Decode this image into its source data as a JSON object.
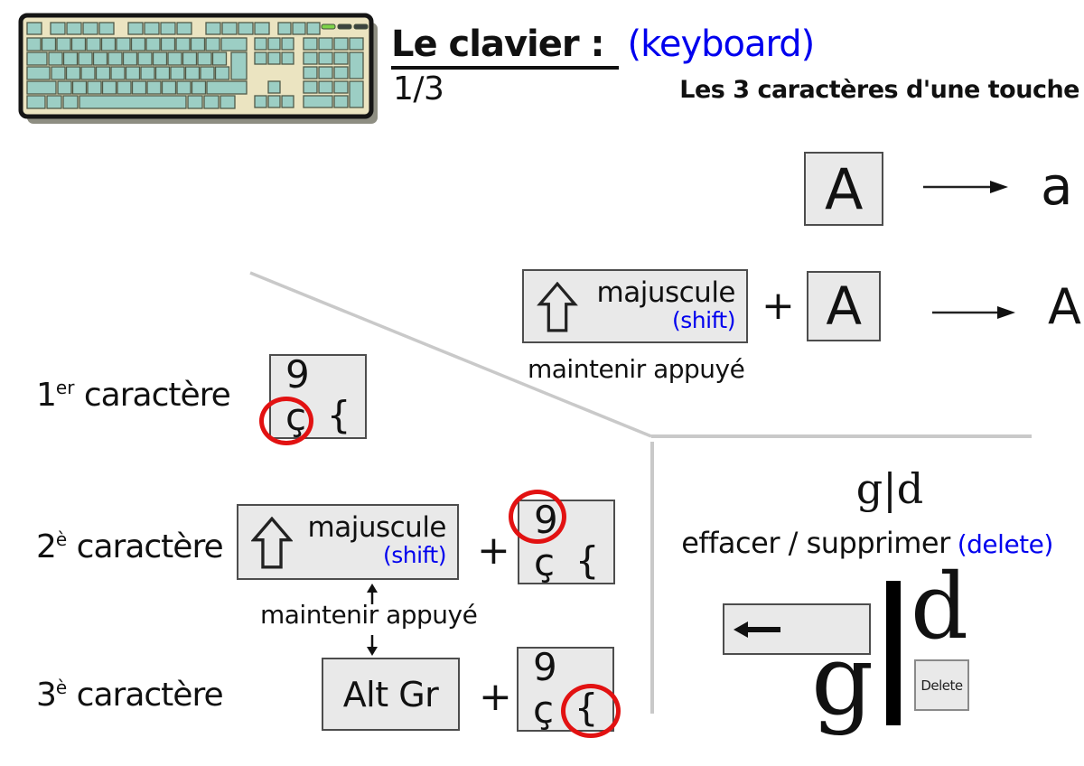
{
  "header": {
    "title": "Le clavier :",
    "title_annotation": "(keyboard)",
    "page_number": "1/3",
    "subtitle": "Les 3 caractères d'une touche"
  },
  "top_demo": {
    "key_label": "A",
    "result": "a"
  },
  "shift_demo": {
    "modifier_label": "majuscule",
    "modifier_annotation": "(shift)",
    "plus": "+",
    "key_label": "A",
    "result": "A",
    "hold_note": "maintenir appuyé"
  },
  "rows": {
    "first": {
      "ordinal": "1",
      "ordinal_suffix": "er",
      "label": "caractère",
      "key": {
        "top_left": "9",
        "bottom_left": "ç",
        "bottom_right": "{"
      }
    },
    "second": {
      "ordinal": "2",
      "ordinal_suffix": "è",
      "label": "caractère",
      "modifier_label": "majuscule",
      "modifier_annotation": "(shift)",
      "plus": "+",
      "key": {
        "top_left": "9",
        "bottom_left": "ç",
        "bottom_right": "{"
      },
      "hold_note": "maintenir appuyé"
    },
    "third": {
      "ordinal": "3",
      "ordinal_suffix": "è",
      "label": "caractère",
      "modifier_label": "Alt Gr",
      "plus": "+",
      "key": {
        "top_left": "9",
        "bottom_left": "ç",
        "bottom_right": "{"
      }
    }
  },
  "delete_section": {
    "heading": "g|d",
    "action_label": "effacer / supprimer",
    "action_annotation": "(delete)",
    "left_char": "g",
    "right_char": "d",
    "delete_key_label": "Delete"
  },
  "colors": {
    "annotation_blue": "#0000ee",
    "circle_red": "#e21212",
    "key_fill": "#e9e9e9",
    "divider_gray": "#c9c9c9",
    "keyboard_body": "#ebe4c1",
    "keyboard_keys": "#9ccec4",
    "led_green": "#7ed349"
  }
}
